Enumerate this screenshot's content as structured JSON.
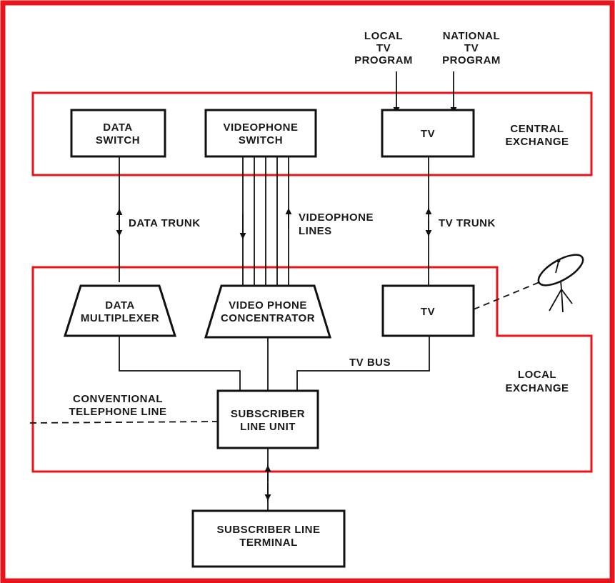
{
  "inputs": {
    "local_program": [
      "LOCAL",
      "TV",
      "PROGRAM"
    ],
    "national_program": [
      "NATIONAL",
      "TV",
      "PROGRAM"
    ]
  },
  "central_exchange": {
    "label": [
      "CENTRAL",
      "EXCHANGE"
    ],
    "data_switch": [
      "DATA",
      "SWITCH"
    ],
    "videophone_switch": [
      "VIDEOPHONE",
      "SWITCH"
    ],
    "tv": [
      "TV"
    ]
  },
  "links": {
    "data_trunk": [
      "DATA TRUNK"
    ],
    "videophone_lines": [
      "VIDEOPHONE",
      "LINES"
    ],
    "tv_trunk": [
      "TV TRUNK"
    ],
    "tv_bus": [
      "TV BUS"
    ],
    "conventional_line": [
      "CONVENTIONAL",
      "TELEPHONE LINE"
    ]
  },
  "local_exchange": {
    "label": [
      "LOCAL",
      "EXCHANGE"
    ],
    "data_multiplexer": [
      "DATA",
      "MULTIPLEXER"
    ],
    "videophone_concentrator": [
      "VIDEO PHONE",
      "CONCENTRATOR"
    ],
    "tv": [
      "TV"
    ],
    "subscriber_line_unit": [
      "SUBSCRIBER",
      "LINE UNIT"
    ]
  },
  "terminal": {
    "subscriber_line_terminal": [
      "SUBSCRIBER LINE",
      "TERMINAL"
    ]
  },
  "colors": {
    "frame": "#e8141b",
    "ink": "#111111",
    "background": "#ffffff"
  }
}
